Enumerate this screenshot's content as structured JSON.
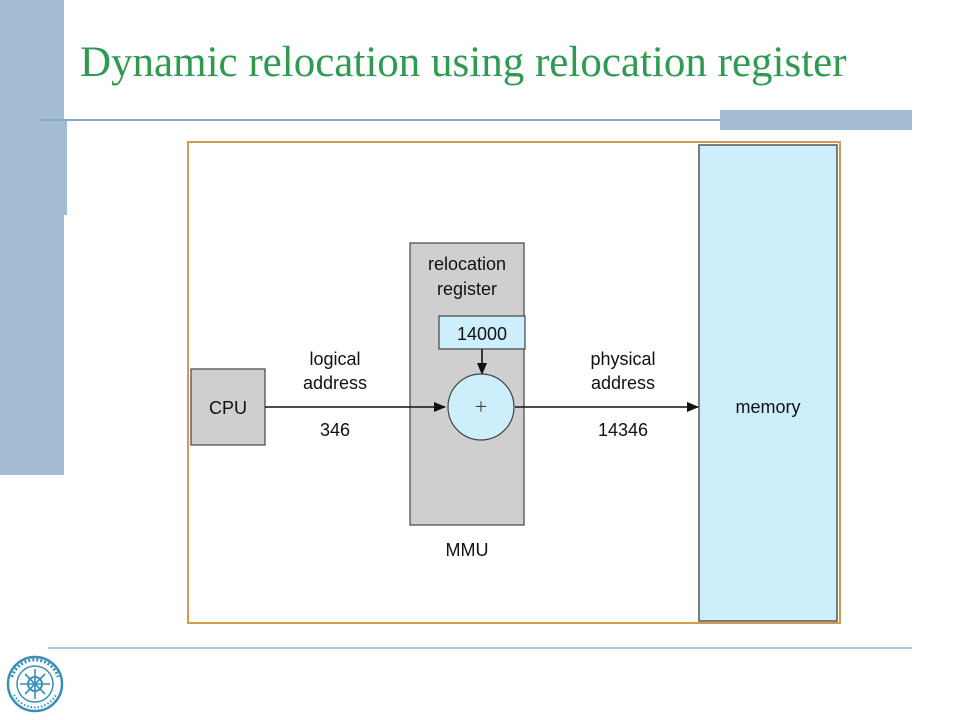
{
  "title": "Dynamic relocation using relocation register",
  "diagram": {
    "cpu_label": "CPU",
    "mmu_label": "MMU",
    "relocation_register_label_line1": "relocation",
    "relocation_register_label_line2": "register",
    "relocation_register_value": "14000",
    "adder_symbol": "+",
    "logical_address_line1": "logical",
    "logical_address_line2": "address",
    "logical_address_value": "346",
    "physical_address_line1": "physical",
    "physical_address_line2": "address",
    "physical_address_value": "14346",
    "memory_label": "memory"
  },
  "colors": {
    "title": "#2f9a52",
    "sidebar": "#a3bcd1",
    "frame_border": "#d69a4e",
    "memory_fill": "#cdeefb",
    "mmu_fill": "#cfcfcf",
    "cpu_fill": "#cfcfcf",
    "register_fill": "#cdeefb",
    "adder_fill": "#cdeefb"
  },
  "logo": {
    "icon": "university-seal-icon",
    "text": "湖南科技大学 · 1984"
  }
}
